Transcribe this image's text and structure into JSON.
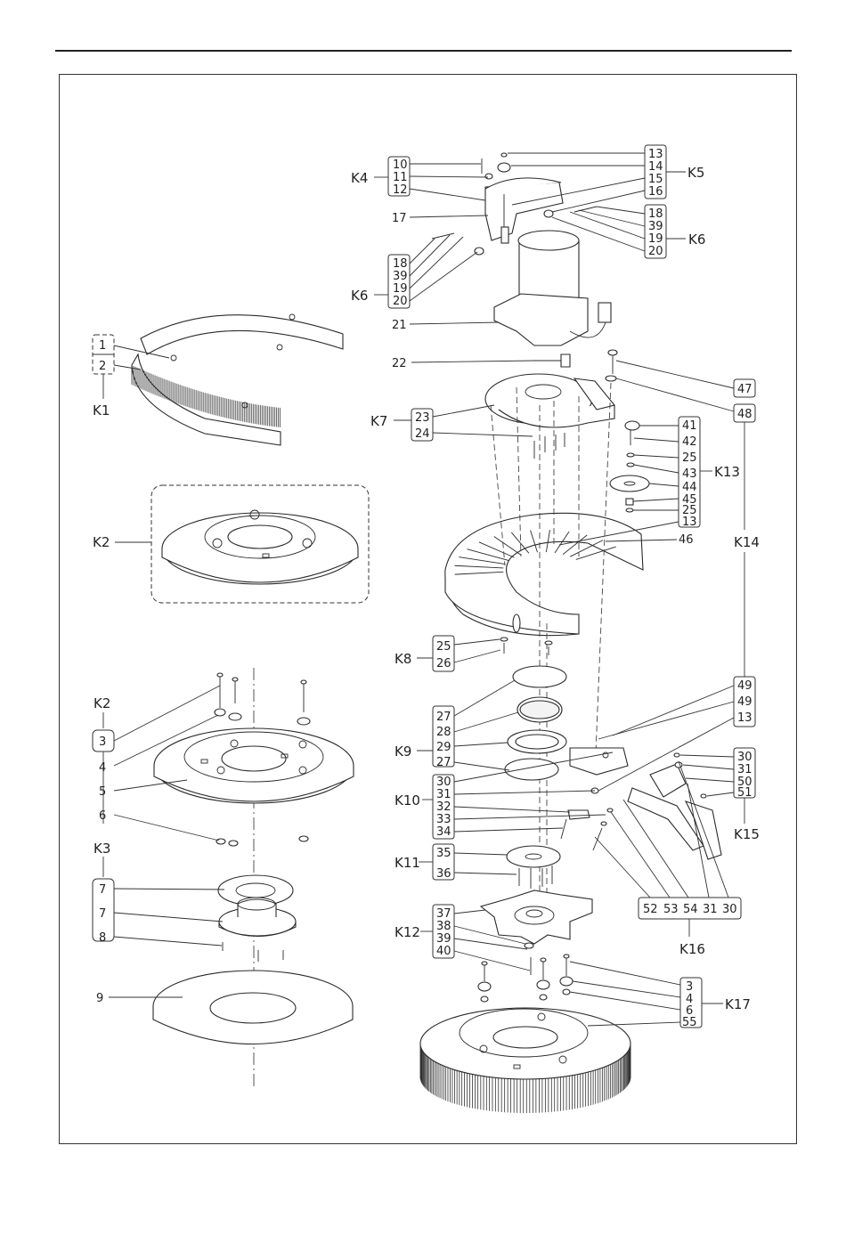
{
  "diagram": {
    "labels": {
      "1": "1",
      "2": "2",
      "3": "3",
      "4": "4",
      "5": "5",
      "6": "6",
      "7": "7",
      "8": "8",
      "9": "9",
      "10": "10",
      "11": "11",
      "12": "12",
      "13": "13",
      "14": "14",
      "15": "15",
      "16": "16",
      "17": "17",
      "18": "18",
      "19": "19",
      "20": "20",
      "21": "21",
      "22": "22",
      "23": "23",
      "24": "24",
      "25": "25",
      "26": "26",
      "27": "27",
      "28": "28",
      "29": "29",
      "30": "30",
      "31": "31",
      "32": "32",
      "33": "33",
      "34": "34",
      "35": "35",
      "36": "36",
      "37": "37",
      "38": "38",
      "39": "39",
      "40": "40",
      "41": "41",
      "42": "42",
      "43": "43",
      "44": "44",
      "45": "45",
      "46": "46",
      "47": "47",
      "48": "48",
      "49": "49",
      "50": "50",
      "51": "51",
      "52": "52",
      "53": "53",
      "54": "54",
      "55": "55"
    },
    "kits": {
      "K1": "K1",
      "K2": "K2",
      "K3": "K3",
      "K4": "K4",
      "K5": "K5",
      "K6": "K6",
      "K7": "K7",
      "K8": "K8",
      "K9": "K9",
      "K10": "K10",
      "K11": "K11",
      "K12": "K12",
      "K13": "K13",
      "K14": "K14",
      "K15": "K15",
      "K16": "K16",
      "K17": "K17"
    }
  }
}
